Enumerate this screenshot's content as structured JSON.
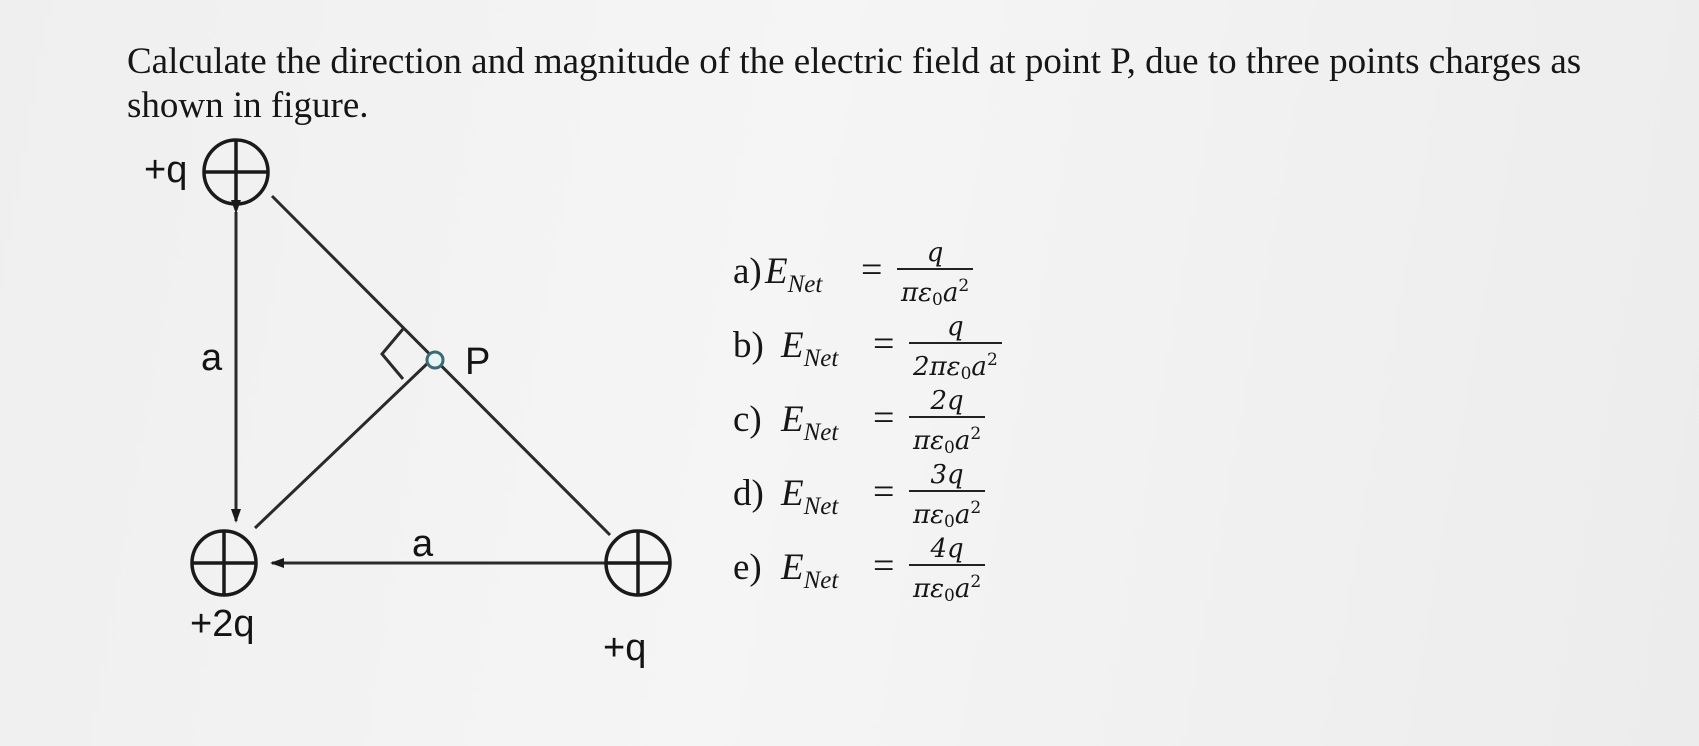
{
  "question": "Calculate the direction and magnitude of the electric field at point P, due to three points charges as shown in figure.",
  "figure": {
    "top_charge_label": "+q",
    "bottom_left_charge_label": "+2q",
    "bottom_right_charge_label": "+q",
    "vertical_side_label": "a",
    "horizontal_side_label": "a",
    "point_label": "P"
  },
  "options": [
    {
      "letter": "a)",
      "lhs": "E",
      "lhs_sub": "Net",
      "eq": "=",
      "numerator": "q",
      "den_pre": "πε",
      "den_sub": "0",
      "den_var": "a",
      "den_sup": "2"
    },
    {
      "letter": "b)",
      "lhs": "E",
      "lhs_sub": "Net",
      "eq": "=",
      "numerator": "q",
      "den_pre": "2πε",
      "den_sub": "0",
      "den_var": "a",
      "den_sup": "2"
    },
    {
      "letter": "c)",
      "lhs": "E",
      "lhs_sub": "Net",
      "eq": "=",
      "numerator": "2q",
      "den_pre": "πε",
      "den_sub": "0",
      "den_var": "a",
      "den_sup": "2"
    },
    {
      "letter": "d)",
      "lhs": "E",
      "lhs_sub": "Net",
      "eq": "=",
      "numerator": "3q",
      "den_pre": "πε",
      "den_sub": "0",
      "den_var": "a",
      "den_sup": "2"
    },
    {
      "letter": "e)",
      "lhs": "E",
      "lhs_sub": "Net",
      "eq": "=",
      "numerator": "4q",
      "den_pre": "πε",
      "den_sub": "0",
      "den_var": "a",
      "den_sup": "2"
    }
  ]
}
